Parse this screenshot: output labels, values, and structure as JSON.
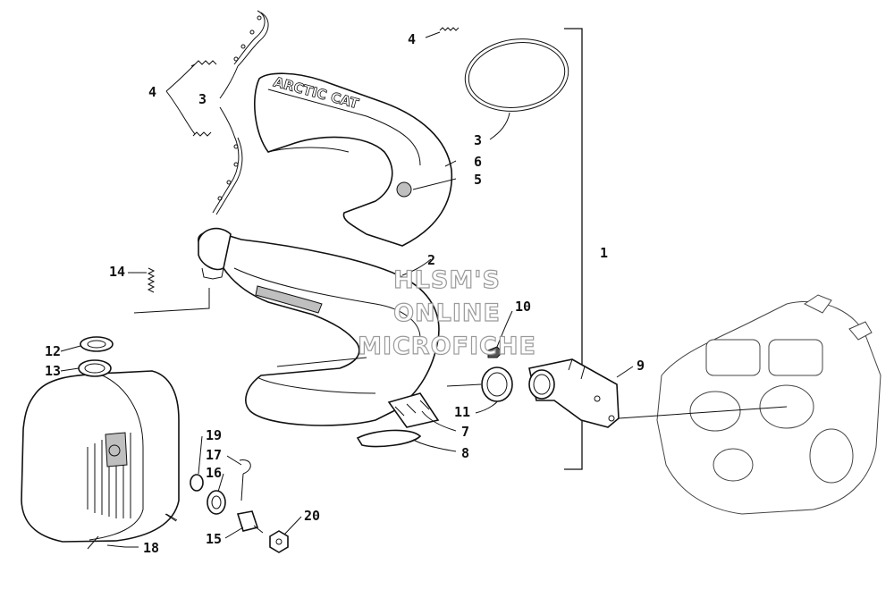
{
  "watermark": {
    "line1": "HLSM'S",
    "line2": "ONLINE",
    "line3": "MICROFICHE"
  },
  "callouts": [
    "1",
    "2",
    "3",
    "3",
    "4",
    "4",
    "5",
    "6",
    "7",
    "8",
    "9",
    "10",
    "11",
    "12",
    "13",
    "14",
    "15",
    "16",
    "17",
    "18",
    "19",
    "20"
  ],
  "cover_brand_text": "ARCTIC CAT"
}
